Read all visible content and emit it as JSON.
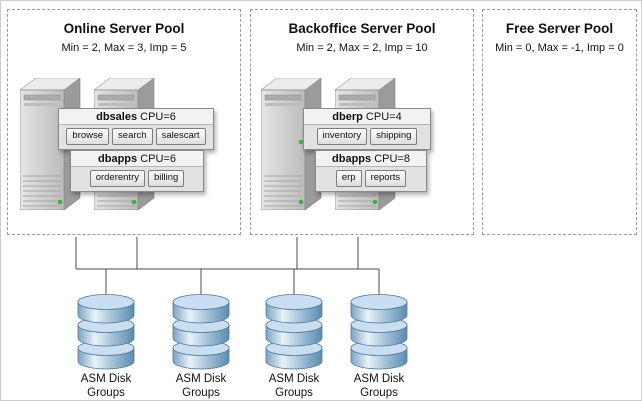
{
  "diagram": {
    "pools": [
      {
        "title": "Online Server Pool",
        "constraints": "Min = 2, Max = 3, Imp = 5",
        "services": [
          {
            "name": "dbsales",
            "cpu": "CPU=6",
            "apps": [
              "browse",
              "search",
              "salescart"
            ]
          },
          {
            "name": "dbapps",
            "cpu": "CPU=6",
            "apps": [
              "orderentry",
              "billing"
            ]
          }
        ]
      },
      {
        "title": "Backoffice Server Pool",
        "constraints": "Min = 2, Max = 2, Imp = 10",
        "services": [
          {
            "name": "dberp",
            "cpu": "CPU=4",
            "apps": [
              "inventory",
              "shipping"
            ]
          },
          {
            "name": "dbapps",
            "cpu": "CPU=8",
            "apps": [
              "erp",
              "reports"
            ]
          }
        ]
      },
      {
        "title": "Free Server Pool",
        "constraints": "Min = 0, Max = -1, Imp = 0",
        "services": []
      }
    ],
    "disk_groups": [
      {
        "label": "ASM Disk Groups"
      },
      {
        "label": "ASM Disk Groups"
      },
      {
        "label": "ASM Disk Groups"
      },
      {
        "label": "ASM Disk Groups"
      }
    ],
    "colors": {
      "led_green": "#3fae49",
      "disk_blue": "#9dbcd4",
      "line_gray": "#4a4a4a"
    }
  }
}
